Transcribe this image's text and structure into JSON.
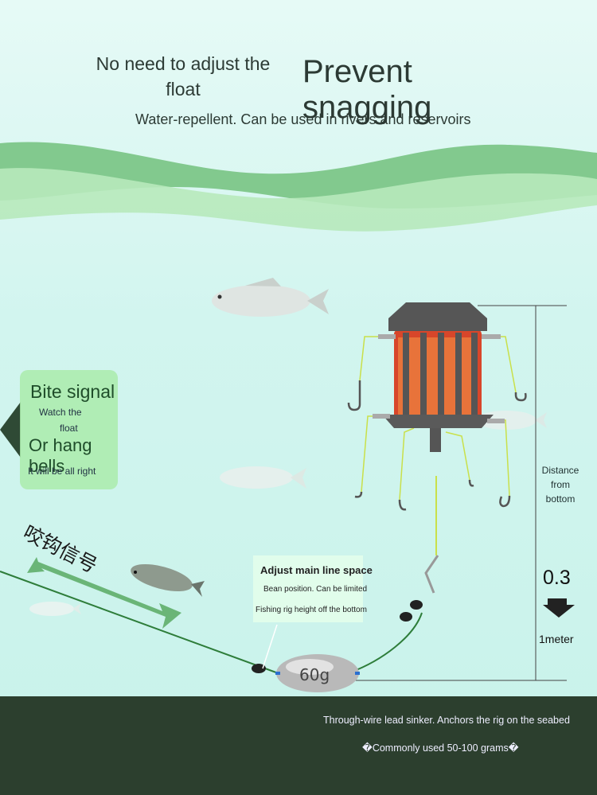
{
  "headline": {
    "left": "No need to adjust the float",
    "left_line1": "No need to adjust the",
    "left_line2": "float",
    "right": "Prevent snagging",
    "subtitle": "Water-repellent. Can be used in rivers and reservoirs"
  },
  "bite_signal": {
    "title": "Bite signal",
    "watch": "Watch the",
    "float": "float",
    "hang": "Or hang bells",
    "reassure": "It will be all right"
  },
  "chinese_label": "咬钩信号",
  "adjust": {
    "title": "Adjust main line space",
    "bean": "Bean position. Can be limited",
    "height": "Fishing rig height off the bottom"
  },
  "distance": {
    "label": "Distance from bottom",
    "value": "0.3",
    "unit": "1meter"
  },
  "sinker": {
    "weight": "60g",
    "description": "Through-wire lead sinker. Anchors the rig on the seabed",
    "grams": "�Commonly used 50-100 grams�"
  },
  "colors": {
    "water": "#d2f5ef",
    "wave_dark": "#7cc58a",
    "wave_light": "#b6e8b8",
    "seabed": "#2c3f2e",
    "line_green": "#2e7d3a",
    "cage_red": "#d8462a",
    "hook_yellow": "#c9e04a"
  },
  "icons": [
    "fish-icon",
    "down-arrow-icon",
    "left-triangle-icon",
    "green-arrow-icon"
  ]
}
